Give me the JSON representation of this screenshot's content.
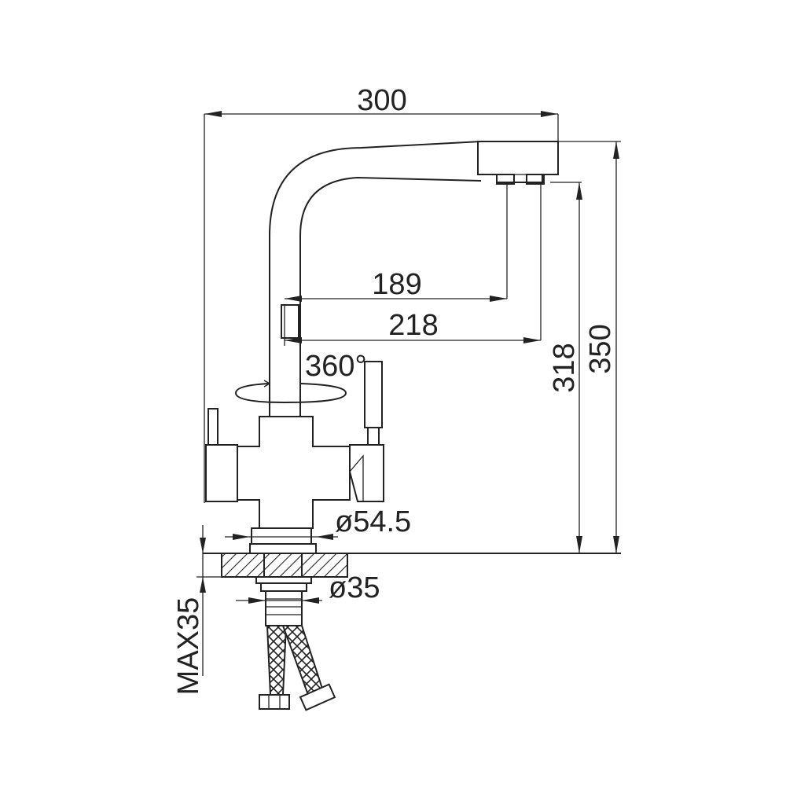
{
  "dimensions": {
    "width_total": "300",
    "spout_reach_1": "189",
    "spout_reach_2": "218",
    "rotation": "360°",
    "spout_height": "318",
    "total_height": "350",
    "base_diameter": "ø54.5",
    "shank_diameter": "ø35",
    "max_thickness": "MAX35"
  }
}
